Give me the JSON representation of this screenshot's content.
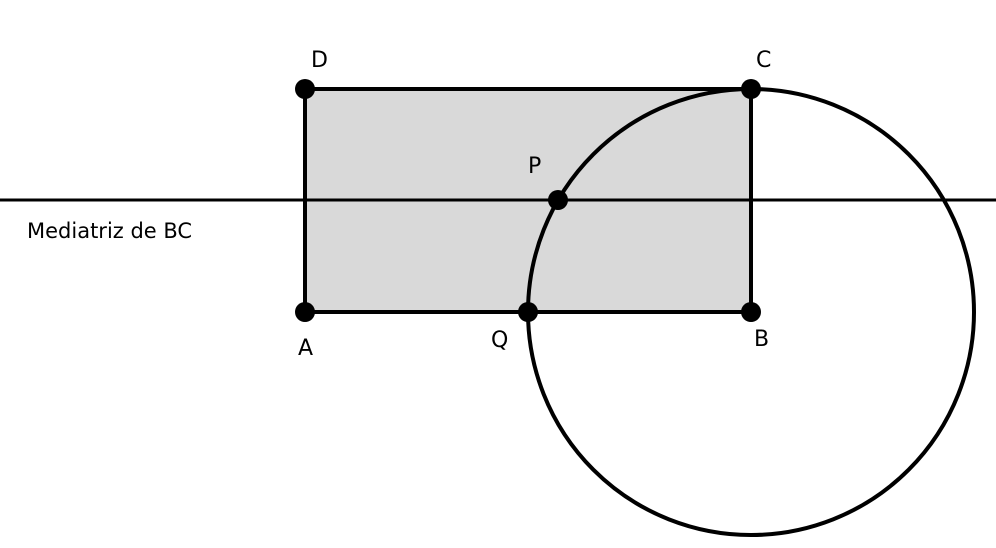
{
  "colors": {
    "stroke": "#000000",
    "rectangle_fill": "#d9d9d9",
    "background": "#ffffff"
  },
  "points": {
    "A": "A",
    "B": "B",
    "C": "C",
    "D": "D",
    "P": "P",
    "Q": "Q"
  },
  "line_label": "Mediatriz de BC"
}
